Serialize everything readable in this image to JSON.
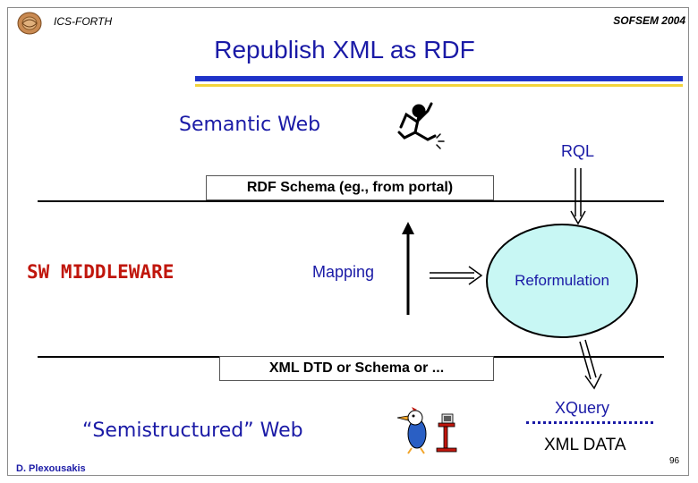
{
  "header": {
    "org": "ICS-FORTH",
    "conference": "SOFSEM 2004"
  },
  "slide": {
    "title": "Republish XML as RDF",
    "semantic_web": "Semantic Web",
    "rql": "RQL",
    "rdf_schema_box": "RDF Schema (eg., from portal)",
    "middleware": "SW MIDDLEWARE",
    "mapping": "Mapping",
    "reformulation": "Reformulation",
    "xml_schema_box": "XML DTD or Schema or ...",
    "semistructured_web": "“Semistructured” Web",
    "xquery": "XQuery",
    "xml_data": "XML DATA"
  },
  "footer": {
    "author": "D. Plexousakis",
    "page_number": "96"
  },
  "icons": [
    "forth-logo-icon",
    "stick-figure-icon",
    "bird-at-computer-icon"
  ],
  "colors": {
    "title_blue": "#1a1aa6",
    "accent_red": "#c0160c",
    "bar_blue": "#1f33c9",
    "bar_yellow": "#f2d33b",
    "ellipse_fill": "#c8f7f4"
  }
}
